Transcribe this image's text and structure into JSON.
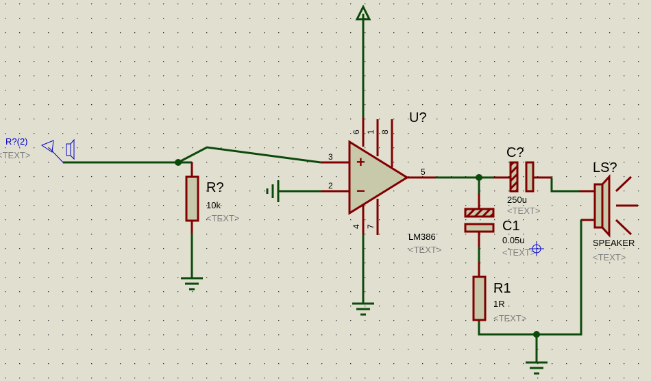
{
  "colors": {
    "background": "#e0dfd0",
    "wire": "#0b4a0b",
    "component": "#800000",
    "body_fill": "#c8c8ab",
    "terminal": "#0000cc",
    "placeholder": "#808080"
  },
  "terminal": {
    "ref": "R?(2)",
    "text": "<TEXT>"
  },
  "r_input": {
    "ref": "R?",
    "value": "10k",
    "text": "<TEXT>"
  },
  "amp": {
    "ref": "U?",
    "value": "LM386",
    "text": "<TEXT>",
    "pins": {
      "p6": "6",
      "p1": "1",
      "p8": "8",
      "p3": "3",
      "p2": "2",
      "p5": "5",
      "p4": "4",
      "p7": "7"
    },
    "plus": "+",
    "minus": "−"
  },
  "c_out": {
    "ref": "C?",
    "value": "250u",
    "text": "<TEXT>"
  },
  "c1": {
    "ref": "C1",
    "value": "0.05u",
    "text": "<TEXT>"
  },
  "r1": {
    "ref": "R1",
    "value": "1R",
    "text": "<TEXT>"
  },
  "speaker": {
    "ref": "LS?",
    "value": "SPEAKER",
    "text": "<TEXT>"
  }
}
